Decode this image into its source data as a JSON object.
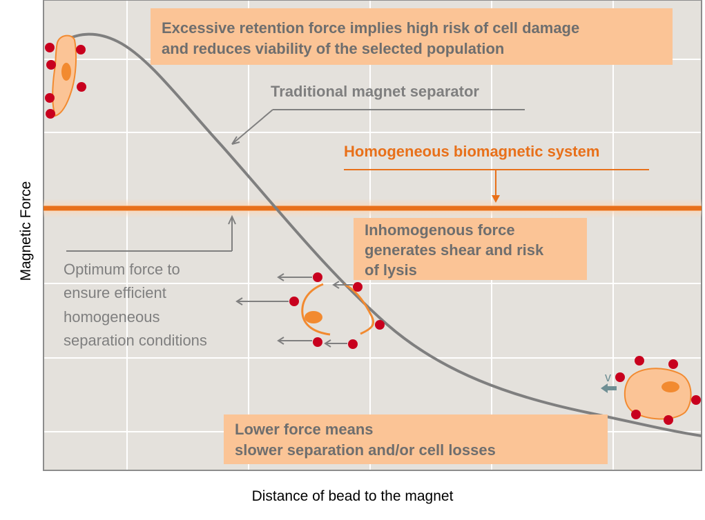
{
  "axes": {
    "y_label": "Magnetic Force",
    "x_label": "Distance of bead to the magnet"
  },
  "annotations": {
    "excessive": [
      "Excessive retention force implies high risk of cell damage",
      "and reduces viability of the selected population"
    ],
    "traditional": "Traditional magnet separator",
    "homogeneous": "Homogeneous biomagnetic system",
    "inhomogeneous": [
      "Inhomogenous  force",
      "generates shear and risk",
      "of lysis"
    ],
    "optimum": [
      "Optimum force to",
      "ensure efficient",
      "homogeneous",
      "separation conditions"
    ],
    "lower": [
      "Lower force means",
      "slower separation and/or cell losses"
    ],
    "velocity": "v"
  },
  "colors": {
    "plot_bg": "#e4e1dc",
    "grid": "#ffffff",
    "frame": "#8c8c8c",
    "traditional_curve": "#7f7f7f",
    "homogeneous_line": "#e8701a",
    "callout_box": "#fbc496",
    "callout_text": "#6e6e6e",
    "homogeneous_text": "#e8701a",
    "cell_fill": "#fbc496",
    "cell_nucleus": "#f28a30",
    "bead": "#c8001e",
    "velocity_arrow": "#6f8f94"
  }
}
